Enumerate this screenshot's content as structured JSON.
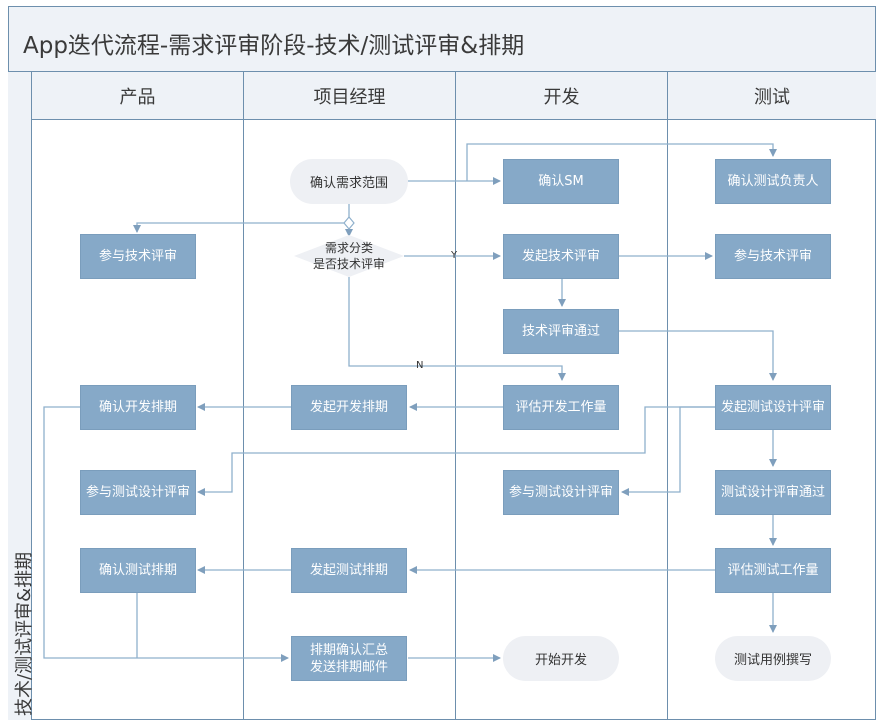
{
  "title": "App迭代流程-需求评审阶段-技术/测试评审&排期",
  "side_label": "技术/测试评审&排期",
  "lanes": [
    "产品",
    "项目经理",
    "开发",
    "测试"
  ],
  "nodes": {
    "confirm_scope": "确认需求范围",
    "confirm_sm": "确认SM",
    "confirm_test_owner": "确认测试负责人",
    "pm_join_tech_review": "参与技术评审",
    "classify": "需求分类\n是否技术评审",
    "start_tech_review": "发起技术评审",
    "test_join_tech_review": "参与技术评审",
    "tech_review_passed": "技术评审通过",
    "confirm_dev_schedule": "确认开发排期",
    "start_dev_schedule": "发起开发排期",
    "estimate_dev": "评估开发工作量",
    "start_test_design_review": "发起测试设计评审",
    "pm_join_test_design": "参与测试设计评审",
    "dev_join_test_design": "参与测试设计评审",
    "test_design_passed": "测试设计评审通过",
    "confirm_test_schedule": "确认测试排期",
    "start_test_schedule": "发起测试排期",
    "estimate_test": "评估测试工作量",
    "summarize": "排期确认汇总\n发送排期邮件",
    "start_dev": "开始开发",
    "write_cases": "测试用例撰写"
  },
  "edge_labels": {
    "yes": "Y",
    "no": "N"
  },
  "colors": {
    "box": "#86a9c8",
    "line": "#8fb0cc",
    "band": "#eef2f7",
    "border": "#6d8fad"
  }
}
